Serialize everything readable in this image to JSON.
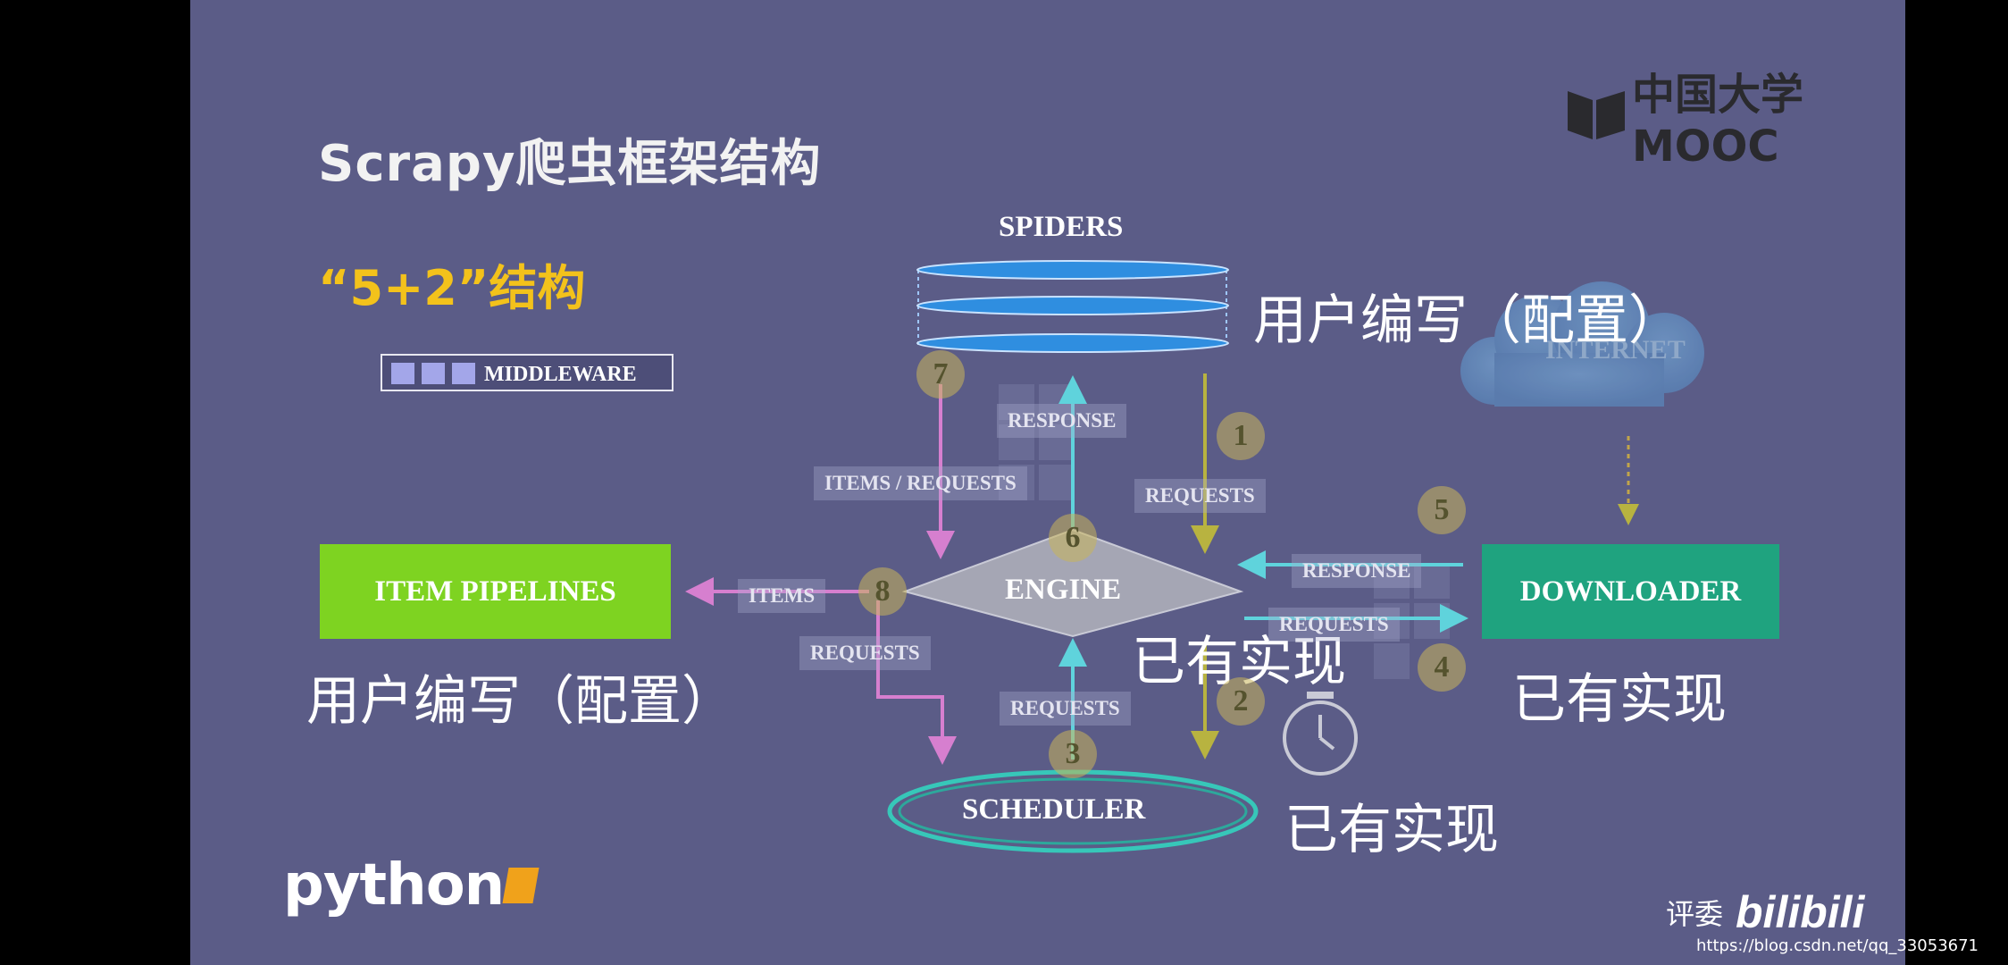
{
  "title": "Scrapy爬虫框架结构",
  "subtitle": "“5+2”结构",
  "legend": {
    "label": "MIDDLEWARE"
  },
  "brand": {
    "mooc": "中国大学MOOC",
    "python": "python"
  },
  "components": {
    "spiders": "SPIDERS",
    "engine": "ENGINE",
    "scheduler": "SCHEDULER",
    "downloader": "DOWNLOADER",
    "pipelines": "ITEM PIPELINES",
    "internet": "INTERNET"
  },
  "annotations": {
    "spiders_note": "用户编写（配置）",
    "pipelines_note": "用户编写（配置）",
    "engine_note": "已有实现",
    "downloader_note": "已有实现",
    "scheduler_note": "已有实现"
  },
  "flow_labels": {
    "response_top": "RESPONSE",
    "items_requests": "ITEMS / REQUESTS",
    "requests_top": "REQUESTS",
    "response_right": "RESPONSE",
    "requests_right": "REQUESTS",
    "items": "ITEMS",
    "requests_left": "REQUESTS",
    "requests_bottom": "REQUESTS"
  },
  "steps": [
    "1",
    "2",
    "3",
    "4",
    "5",
    "6",
    "7",
    "8"
  ],
  "watermark": {
    "judge": "评委",
    "site": "bilibili",
    "url": "https://blog.csdn.net/qq_33053671"
  },
  "colors": {
    "background": "#5b5c87",
    "pipelines": "#7ed321",
    "downloader": "#1fa37f",
    "spiders": "#2f8ee0",
    "arrow_cyan": "#5fd3dc",
    "arrow_pink": "#d67fcf",
    "arrow_olive": "#b8b340",
    "title_yellow": "#f3c21b"
  }
}
